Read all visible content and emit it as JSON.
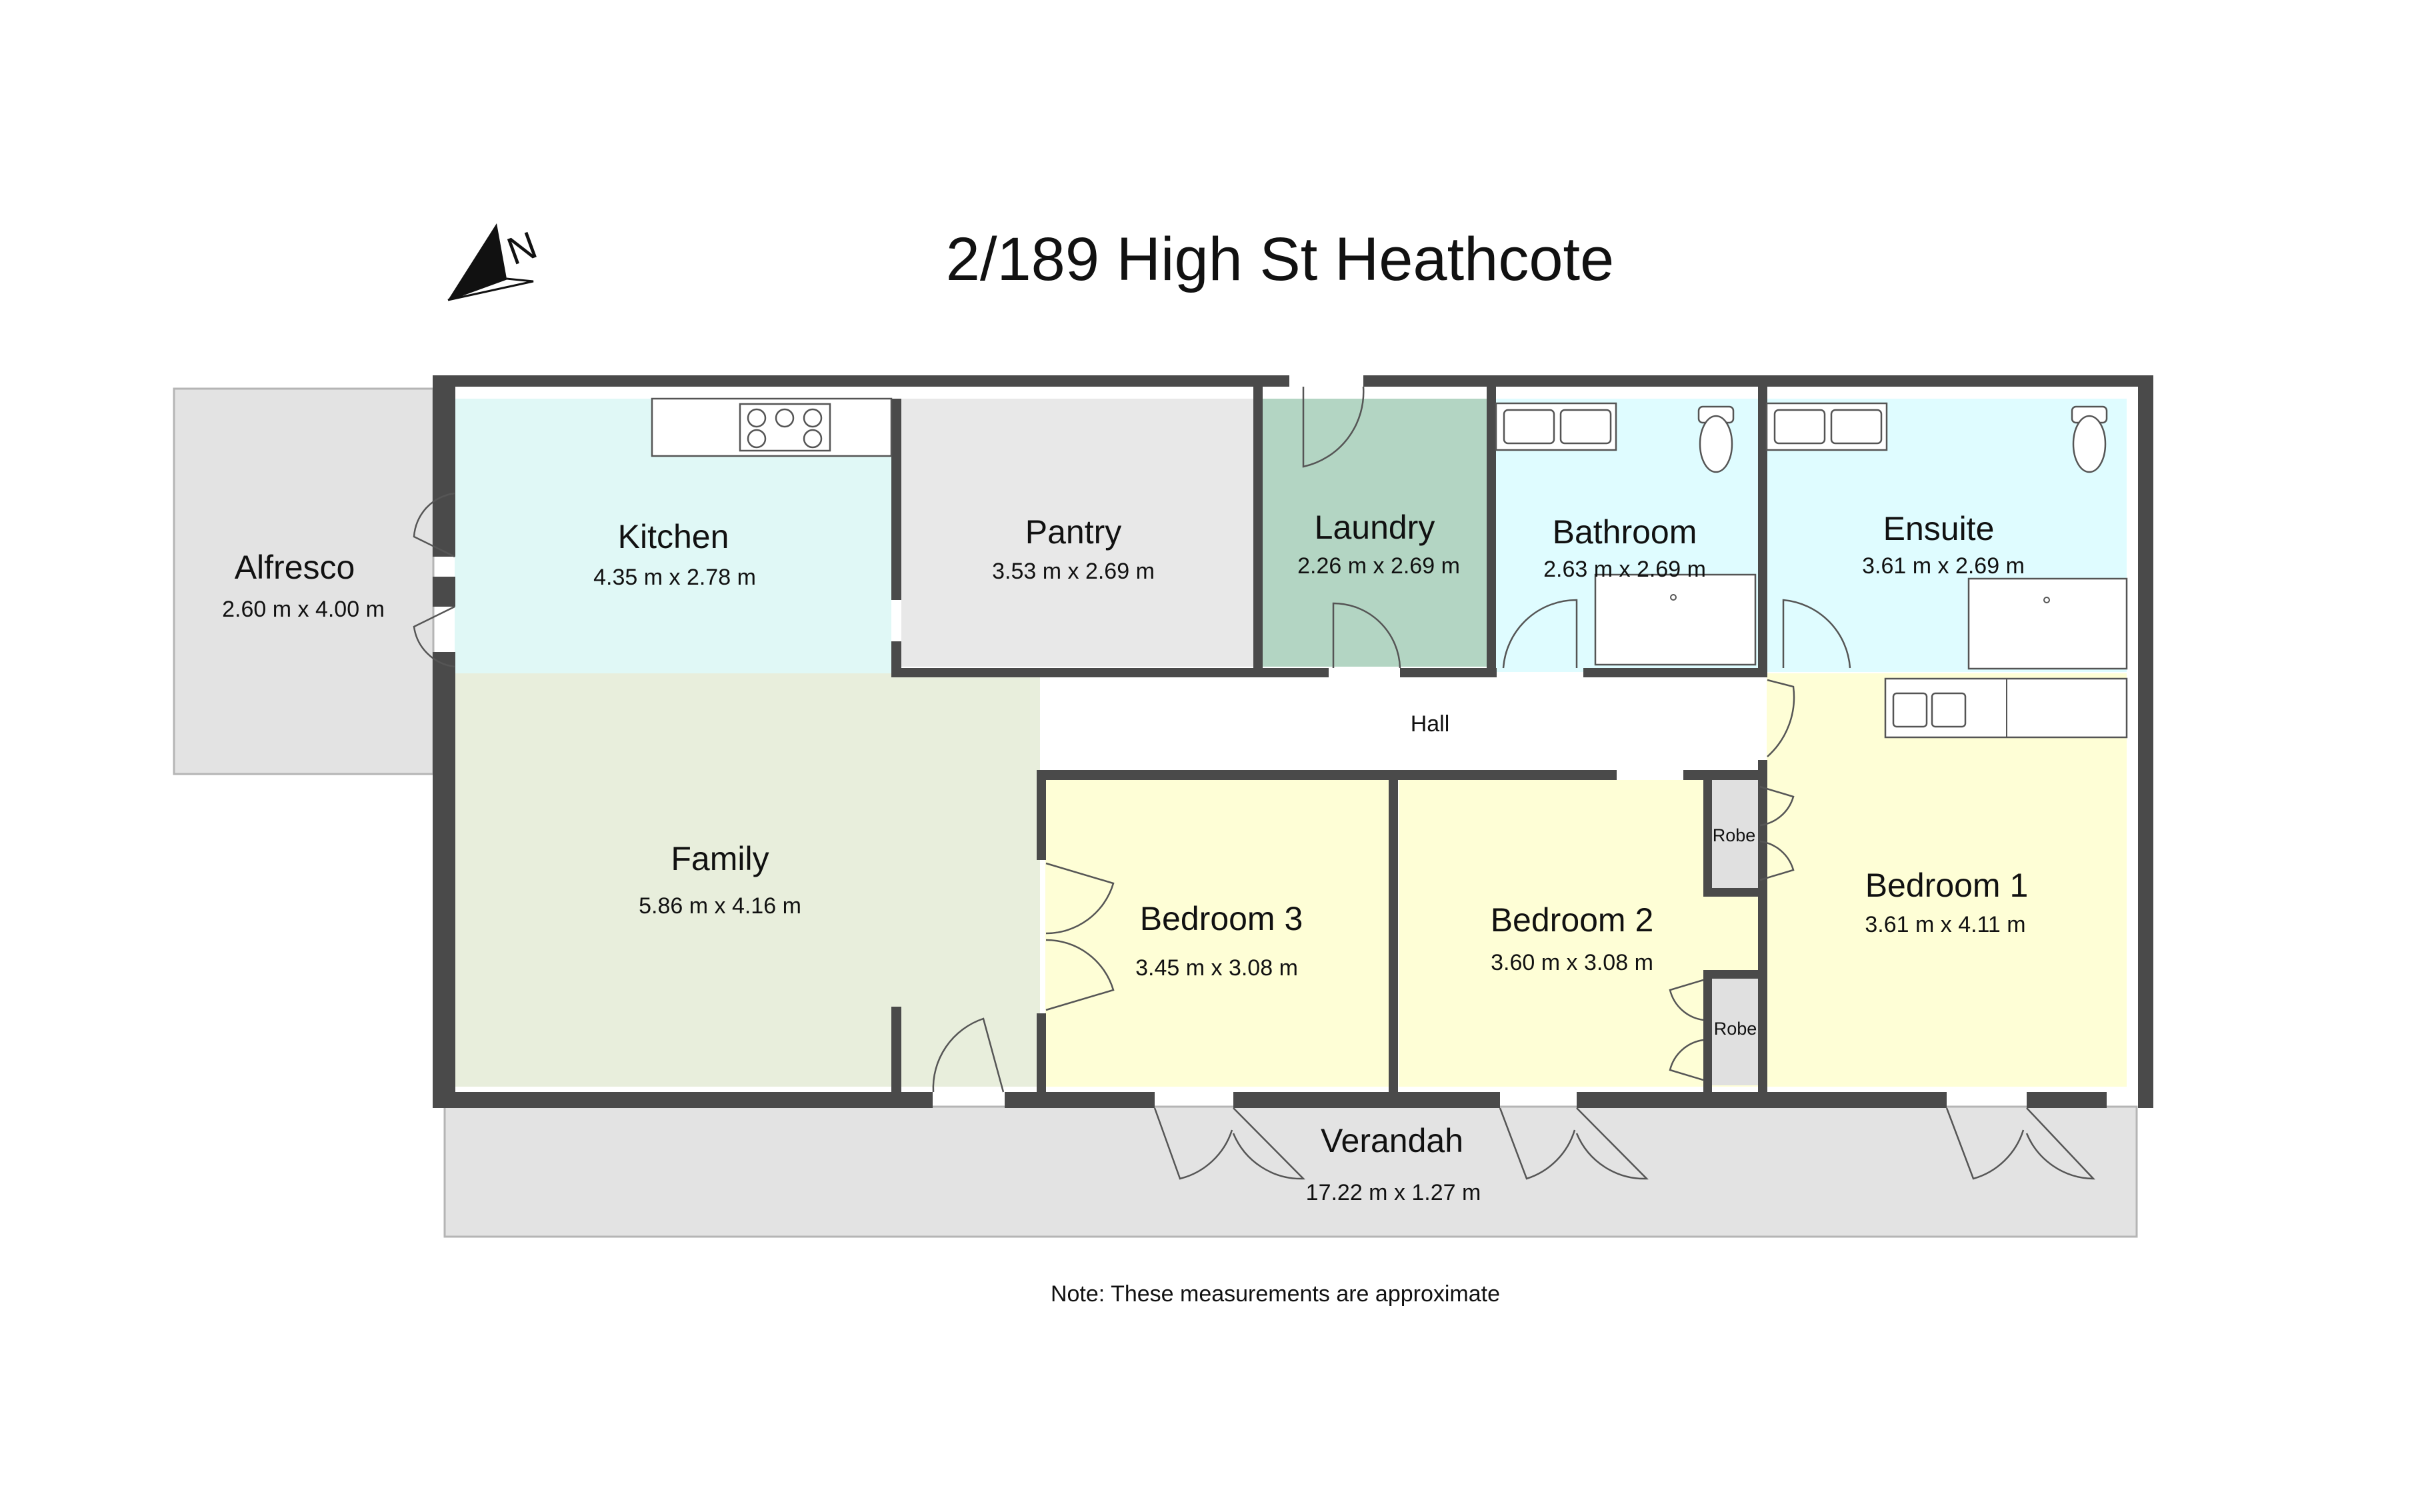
{
  "title": "2/189 High St Heathcote",
  "note": "Note: These measurements are approximate",
  "compass": {
    "label": "N"
  },
  "colors": {
    "wall": "#4a4a4a",
    "outdoor": "#e3e3e3",
    "kitchen": "#e0f8f6",
    "pantry": "#e8e8e8",
    "laundry": "#b3d5c3",
    "wet_room": "#dffcff",
    "family": "#e8eedc",
    "bedroom": "#fefed6",
    "hall": "#ffffff",
    "robe": "#e0e0e0"
  },
  "rooms": {
    "alfresco": {
      "name": "Alfresco",
      "dim": "2.60 m x 4.00 m"
    },
    "kitchen": {
      "name": "Kitchen",
      "dim": "4.35 m x 2.78 m"
    },
    "pantry": {
      "name": "Pantry",
      "dim": "3.53 m x 2.69 m"
    },
    "laundry": {
      "name": "Laundry",
      "dim": "2.26 m x 2.69 m"
    },
    "bathroom": {
      "name": "Bathroom",
      "dim": "2.63 m x 2.69 m"
    },
    "ensuite": {
      "name": "Ensuite",
      "dim": "3.61 m x 2.69 m"
    },
    "hall": {
      "name": "Hall"
    },
    "family": {
      "name": "Family",
      "dim": "5.86 m x 4.16 m"
    },
    "bedroom3": {
      "name": "Bedroom 3",
      "dim": "3.45 m x 3.08 m"
    },
    "bedroom2": {
      "name": "Bedroom 2",
      "dim": "3.60 m x 3.08 m"
    },
    "bedroom1": {
      "name": "Bedroom 1",
      "dim": "3.61 m x 4.11 m"
    },
    "robe_upper": {
      "name": "Robe"
    },
    "robe_lower": {
      "name": "Robe"
    },
    "verandah": {
      "name": "Verandah",
      "dim": "17.22 m x 1.27 m"
    }
  }
}
